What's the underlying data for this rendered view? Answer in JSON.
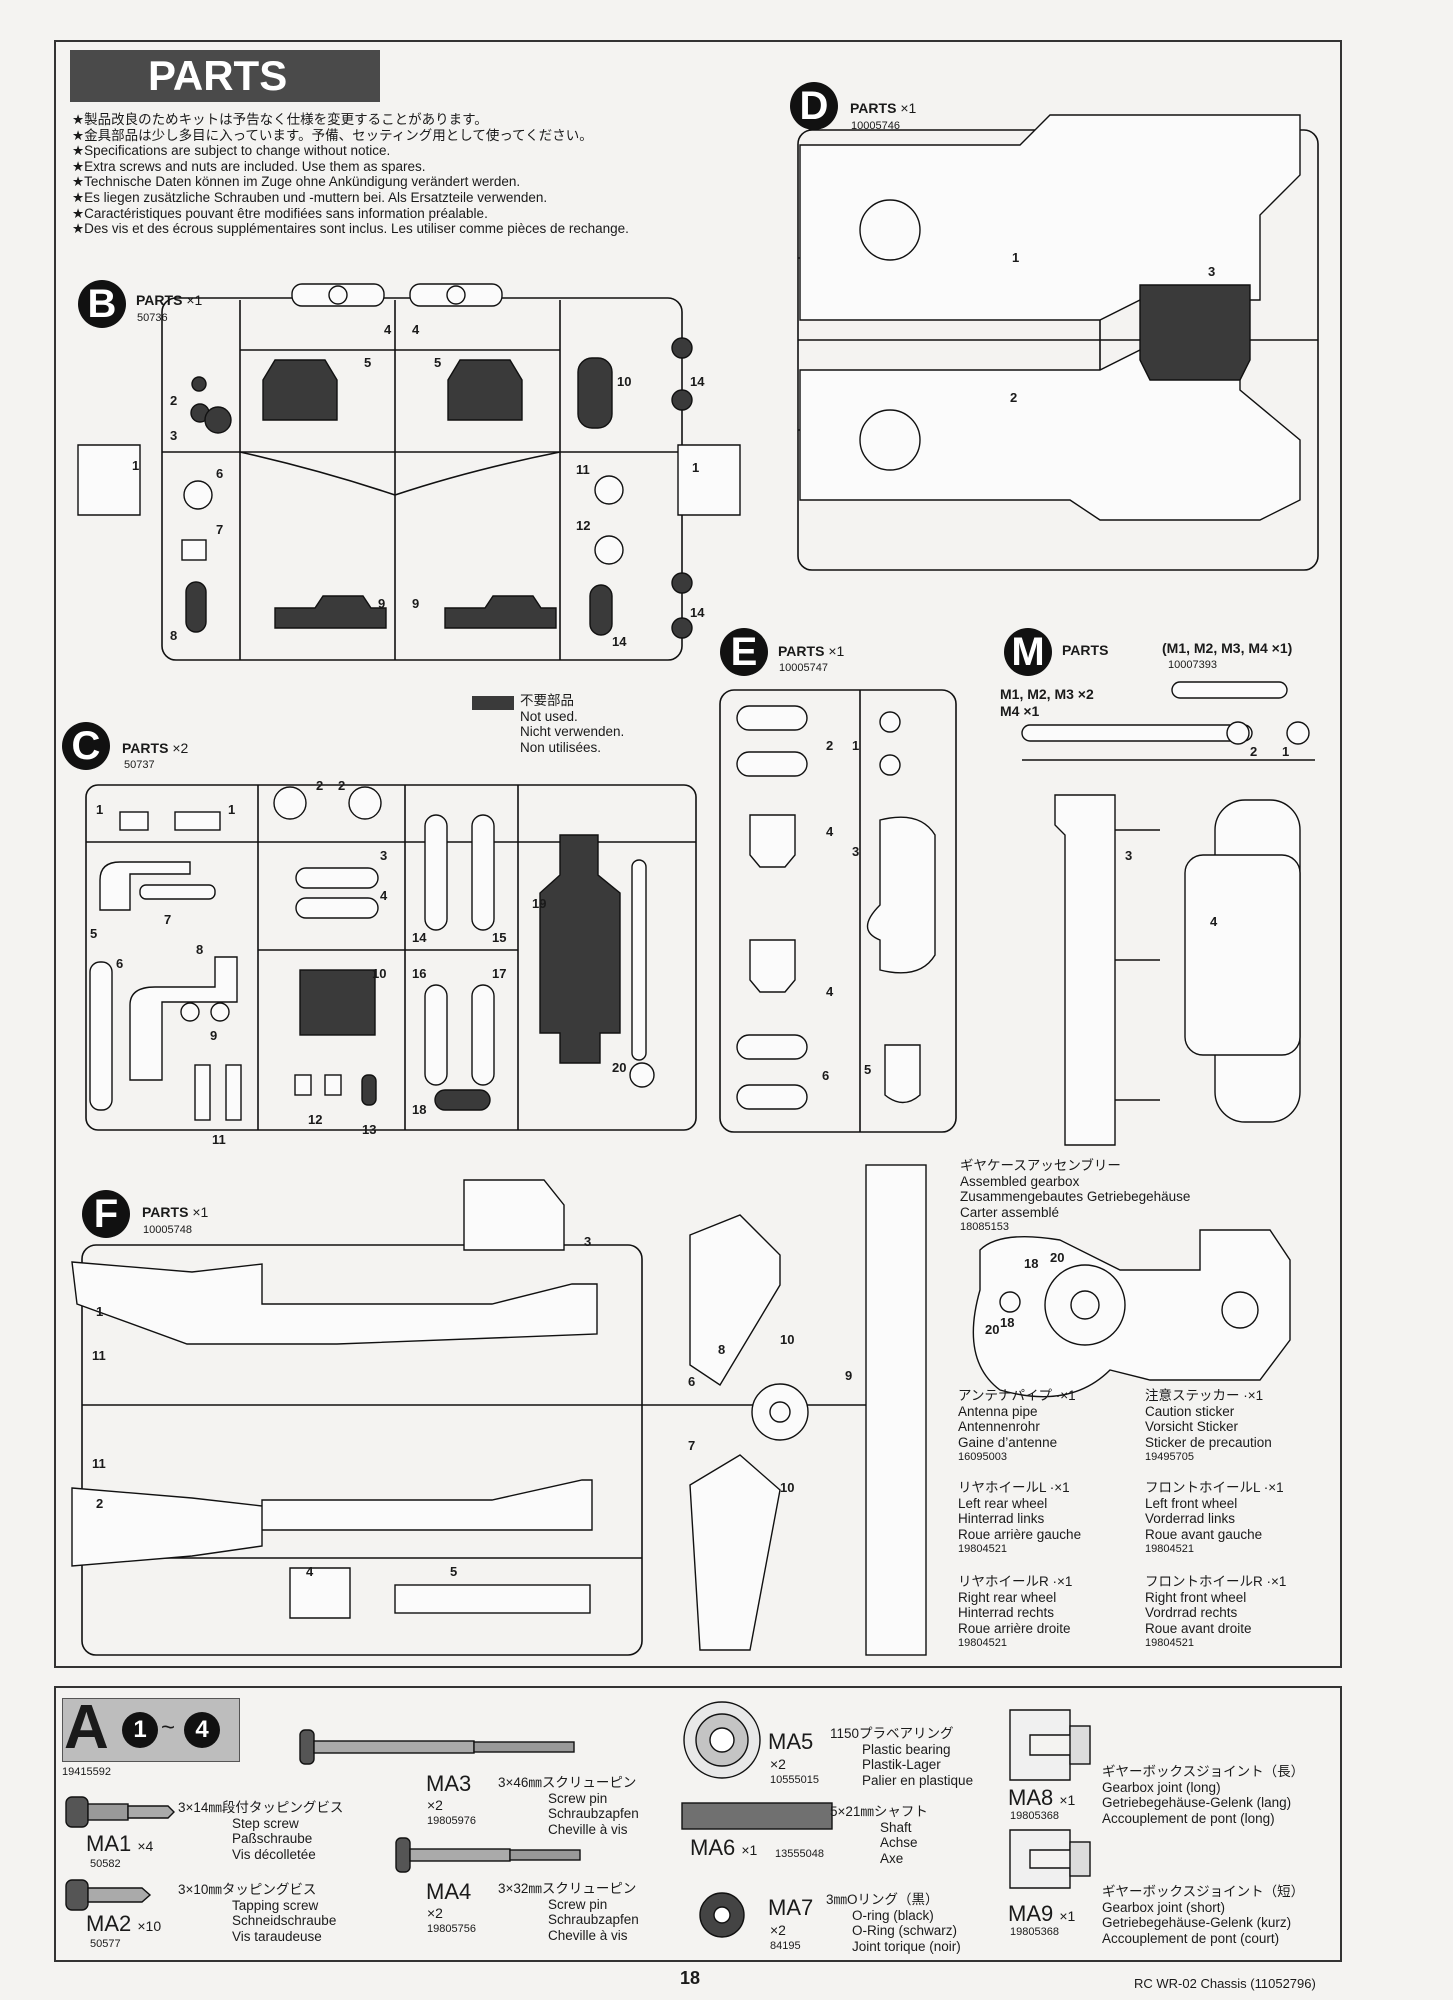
{
  "header": {
    "title": "PARTS",
    "notes": [
      "★製品改良のためキットは予告なく仕様を変更することがあります。",
      "★金具部品は少し多目に入っています。予備、セッティング用として使ってください。",
      "★Specifications are subject to change without notice.",
      "★Extra screws and nuts are included. Use them as spares.",
      "★Technische Daten können im Zuge ohne Ankündigung verändert werden.",
      "★Es liegen zusätzliche Schrauben und -muttern bei. Als Ersatzteile verwenden.",
      "★Caractéristiques pouvant être modifiées sans information préalable.",
      "★Des vis et des écrous supplémentaires sont inclus. Les utiliser comme pièces de rechange."
    ]
  },
  "sprues": {
    "B": {
      "letter": "B",
      "label": "PARTS",
      "qty": "×1",
      "code": "50736"
    },
    "C": {
      "letter": "C",
      "label": "PARTS",
      "qty": "×2",
      "code": "50737"
    },
    "D": {
      "letter": "D",
      "label": "PARTS",
      "qty": "×1",
      "code": "10005746"
    },
    "E": {
      "letter": "E",
      "label": "PARTS",
      "qty": "×1",
      "code": "10005747"
    },
    "F": {
      "letter": "F",
      "label": "PARTS",
      "qty": "×1",
      "code": "10005748"
    },
    "M": {
      "letter": "M",
      "label": "PARTS",
      "qty": "(M1, M2, M3, M4 ×1)",
      "code": "10007393",
      "sub1": "M1, M2, M3 ×2",
      "sub2": "M4 ×1"
    }
  },
  "not_used": [
    "不要部品",
    "Not used.",
    "Nicht verwenden.",
    "Non utilisées."
  ],
  "gearbox": {
    "lines": [
      "ギヤケースアッセンブリー",
      "Assembled gearbox",
      "Zusammengebautes Getriebegehäuse",
      "Carter assemblé"
    ],
    "code": "18085153"
  },
  "accessories": [
    {
      "lines": [
        "アンテナパイプ ·×1",
        "Antenna pipe",
        "Antennenrohr",
        "Gaine d’antenne"
      ],
      "code": "16095003"
    },
    {
      "lines": [
        "注意ステッカー ·×1",
        "Caution sticker",
        "Vorsicht Sticker",
        "Sticker de precaution"
      ],
      "code": "19495705"
    },
    {
      "lines": [
        "リヤホイールL ·×1",
        "Left rear wheel",
        "Hinterrad links",
        "Roue arrière gauche"
      ],
      "code": "19804521"
    },
    {
      "lines": [
        "フロントホイールL ·×1",
        "Left front wheel",
        "Vorderrad links",
        "Roue avant gauche"
      ],
      "code": "19804521"
    },
    {
      "lines": [
        "リヤホイールR ·×1",
        "Right rear wheel",
        "Hinterrad rechts",
        "Roue arrière droite"
      ],
      "code": "19804521"
    },
    {
      "lines": [
        "フロントホイールR ·×1",
        "Right front wheel",
        "Vordrrad rechts",
        "Roue avant droite"
      ],
      "code": "19804521"
    }
  ],
  "bag": {
    "letter": "A",
    "range_from": "1",
    "range_sep": "~",
    "range_to": "4",
    "code": "19415592"
  },
  "hardware": [
    {
      "id": "MA1",
      "qty": "×4",
      "code": "50582",
      "lines": [
        "3×14㎜段付タッピングビス",
        "Step screw",
        "Paßschraube",
        "Vis décolletée"
      ]
    },
    {
      "id": "MA2",
      "qty": "×10",
      "code": "50577",
      "lines": [
        "3×10㎜タッピングビス",
        "Tapping screw",
        "Schneidschraube",
        "Vis taraudeuse"
      ]
    },
    {
      "id": "MA3",
      "qty": "×2",
      "code": "19805976",
      "lines": [
        "3×46㎜スクリューピン",
        "Screw pin",
        "Schraubzapfen",
        "Cheville à vis"
      ]
    },
    {
      "id": "MA4",
      "qty": "×2",
      "code": "19805756",
      "lines": [
        "3×32㎜スクリューピン",
        "Screw pin",
        "Schraubzapfen",
        "Cheville à vis"
      ]
    },
    {
      "id": "MA5",
      "qty": "×2",
      "code": "10555015",
      "lines": [
        "1150プラベアリング",
        "Plastic bearing",
        "Plastik-Lager",
        "Palier en plastique"
      ]
    },
    {
      "id": "MA6",
      "qty": "×1",
      "code": "13555048",
      "lines": [
        "5×21㎜シャフト",
        "Shaft",
        "Achse",
        "Axe"
      ]
    },
    {
      "id": "MA7",
      "qty": "×2",
      "code": "84195",
      "lines": [
        "3㎜Oリング（黒）",
        "O-ring (black)",
        "O-Ring (schwarz)",
        "Joint torique (noir)"
      ]
    },
    {
      "id": "MA8",
      "qty": "×1",
      "code": "19805368",
      "lines": [
        "ギヤーボックスジョイント（長）",
        "Gearbox joint (long)",
        "Getriebegehäuse-Gelenk (lang)",
        "Accouplement de pont (long)"
      ]
    },
    {
      "id": "MA9",
      "qty": "×1",
      "code": "19805368",
      "lines": [
        "ギヤーボックスジョイント（短）",
        "Gearbox joint (short)",
        "Getriebegehäuse-Gelenk (kurz)",
        "Accouplement de pont (court)"
      ]
    }
  ],
  "footer": {
    "page": "18",
    "doc": "RC WR-02 Chassis (11052796)"
  }
}
